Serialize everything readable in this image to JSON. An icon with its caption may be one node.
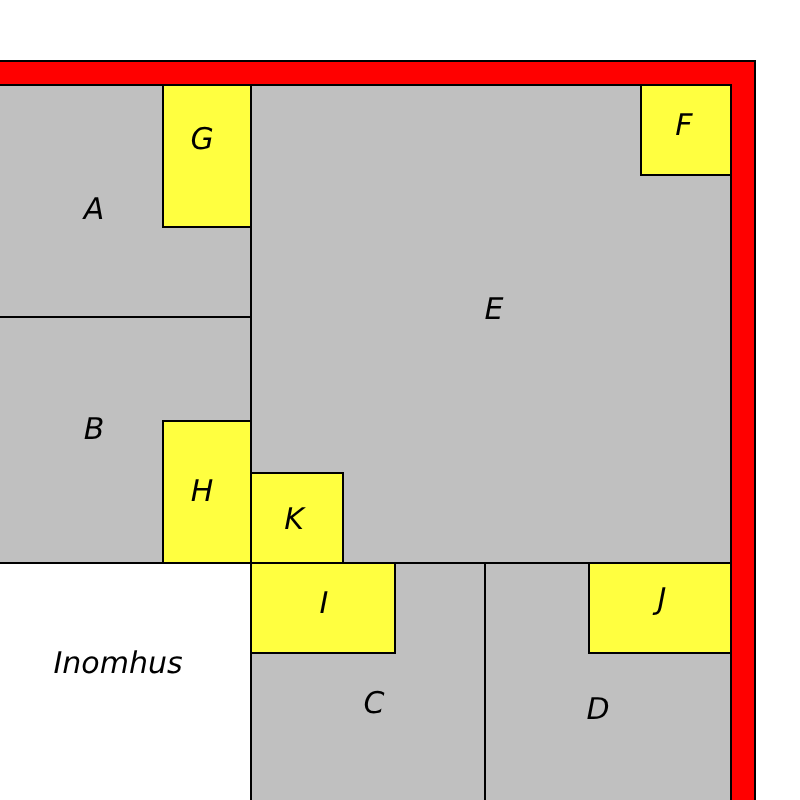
{
  "diagram": {
    "nodes": [
      {
        "text": [
          "A"
        ]
      },
      {
        "text": [
          "G"
        ],
        "in": 0
      },
      {
        "text": [
          "E"
        ]
      },
      {
        "text": [
          "F"
        ],
        "in": 2
      },
      {
        "text": [
          "B"
        ]
      },
      {
        "text": [
          "H"
        ],
        "in": 4
      },
      {
        "text": [
          "K"
        ],
        "in": 2
      },
      {
        "text": [
          "C"
        ]
      },
      {
        "text": [
          "I"
        ],
        "in": 7
      },
      {
        "text": [
          "D"
        ]
      },
      {
        "text": [
          "J"
        ],
        "in": 9
      }
    ],
    "labels": [
      "Inomhus"
    ]
  }
}
